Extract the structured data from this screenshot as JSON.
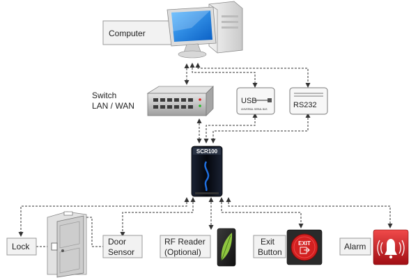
{
  "labels": {
    "computer": "Computer",
    "switch_line1": "Switch",
    "switch_line2": "LAN / WAN",
    "usb": "USB",
    "usb_sub": "UNIVERSAL SERIAL BUS",
    "rs232": "RS232",
    "controller": "SCR100",
    "lock": "Lock",
    "door_line1": "Door",
    "door_line2": "Sensor",
    "rf_line1": "RF Reader",
    "rf_line2": "(Optional)",
    "exit_line1": "Exit",
    "exit_line2": "Button",
    "exit_sign": "EXIT",
    "alarm": "Alarm"
  },
  "colors": {
    "connector": "#333333",
    "label_box_fill": "#f2f2f2",
    "label_box_stroke": "#9a9a9a",
    "monitor_screen": "#1e88e5",
    "controller_body": "#0b0f1a",
    "controller_accent": "#1f6fe0",
    "exit_red": "#d32020",
    "alarm_red": "#c8161d",
    "rf_green": "#8fc640"
  },
  "icons": {
    "computer": "desktop-computer-icon",
    "switch": "network-switch-icon",
    "usb": "usb-port-icon",
    "serial": "serial-port-icon",
    "controller": "access-controller-icon",
    "door": "door-icon",
    "rf_reader": "rf-reader-icon",
    "exit_button": "exit-button-icon",
    "alarm": "alarm-icon"
  }
}
